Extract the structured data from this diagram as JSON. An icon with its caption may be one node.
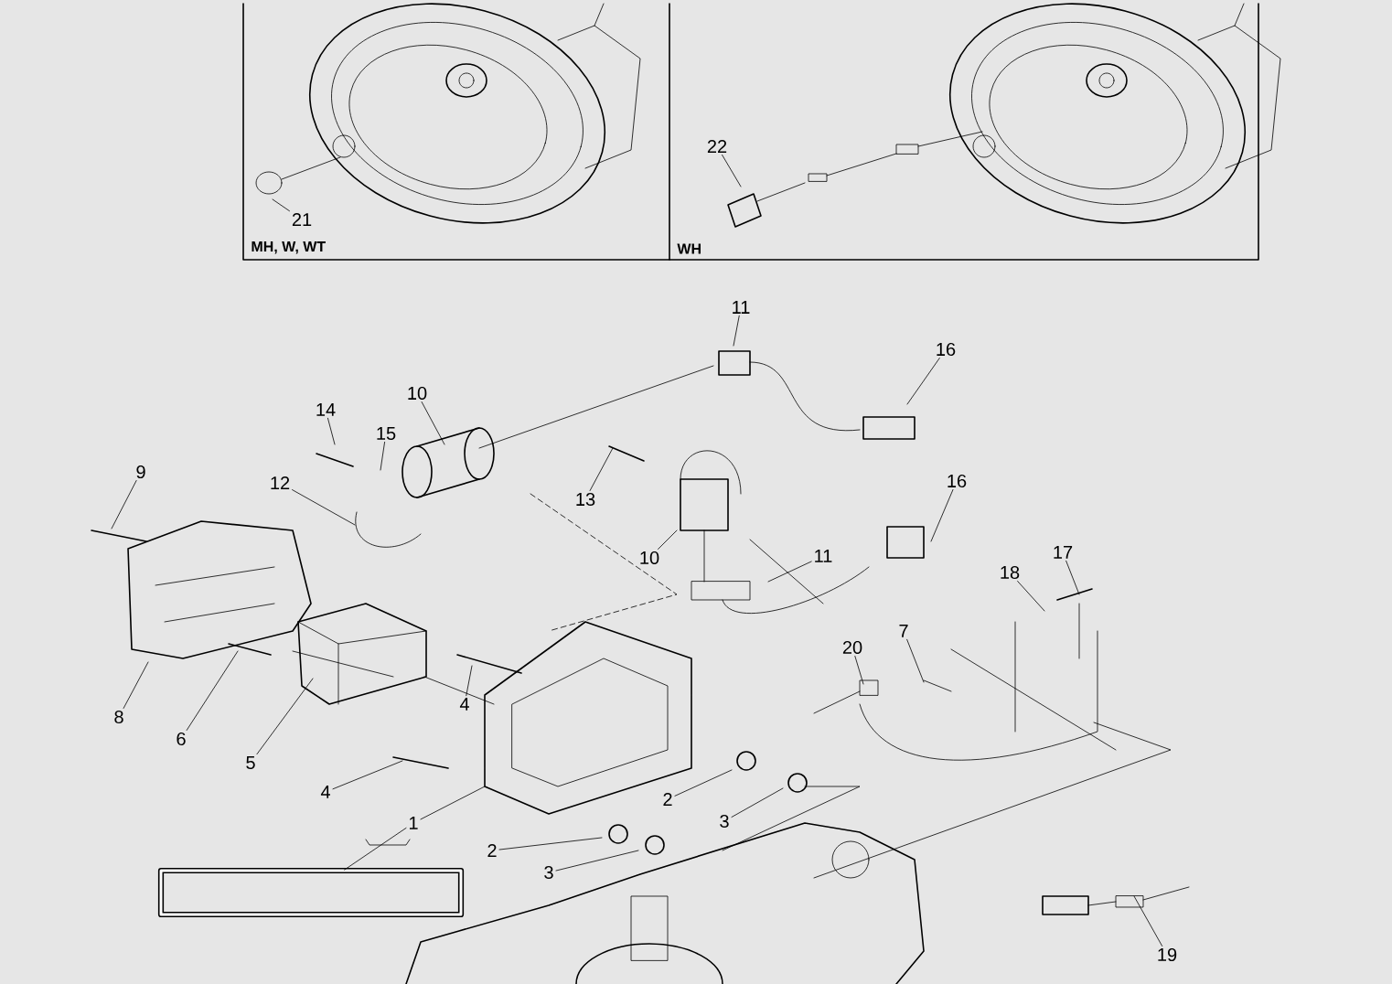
{
  "diagram": {
    "nodes": [
      {
        "text": [
          "MH, W, WT"
        ]
      },
      {
        "text": [
          "WH"
        ]
      },
      {
        "text": [
          "21"
        ],
        "in": 0
      },
      {
        "text": [
          "22"
        ],
        "in": 1
      },
      {
        "text": [
          "11"
        ]
      },
      {
        "text": [
          "16"
        ]
      },
      {
        "text": [
          "10"
        ]
      },
      {
        "text": [
          "14"
        ]
      },
      {
        "text": [
          "15"
        ]
      },
      {
        "text": [
          "12"
        ]
      },
      {
        "text": [
          "9"
        ]
      },
      {
        "text": [
          "13"
        ]
      },
      {
        "text": [
          "10"
        ]
      },
      {
        "text": [
          "16"
        ]
      },
      {
        "text": [
          "11"
        ]
      },
      {
        "text": [
          "17"
        ]
      },
      {
        "text": [
          "18"
        ]
      },
      {
        "text": [
          "20"
        ]
      },
      {
        "text": [
          "7"
        ]
      },
      {
        "text": [
          "8"
        ]
      },
      {
        "text": [
          "6"
        ]
      },
      {
        "text": [
          "5"
        ]
      },
      {
        "text": [
          "4"
        ]
      },
      {
        "text": [
          "4"
        ]
      },
      {
        "text": [
          "1"
        ]
      },
      {
        "text": [
          "2"
        ]
      },
      {
        "text": [
          "3"
        ]
      },
      {
        "text": [
          "2"
        ]
      },
      {
        "text": [
          "3"
        ]
      },
      {
        "text": [
          "19"
        ]
      },
      {
        "text": [],
        "shape": "box"
      }
    ],
    "edges": [
      {
        "from": 2,
        "to": null,
        "arrow": "none"
      },
      {
        "from": 3,
        "to": null,
        "arrow": "none"
      },
      {
        "from": 4,
        "to": null,
        "arrow": "none"
      },
      {
        "from": 5,
        "to": null,
        "arrow": "none"
      },
      {
        "from": 6,
        "to": null,
        "arrow": "none"
      },
      {
        "from": 7,
        "to": null,
        "arrow": "none"
      },
      {
        "from": 8,
        "to": null,
        "arrow": "none"
      },
      {
        "from": 9,
        "to": null,
        "arrow": "none"
      },
      {
        "from": 10,
        "to": null,
        "arrow": "none"
      },
      {
        "from": 11,
        "to": null,
        "arrow": "none"
      },
      {
        "from": 12,
        "to": null,
        "arrow": "none"
      },
      {
        "from": 13,
        "to": null,
        "arrow": "none"
      },
      {
        "from": 14,
        "to": null,
        "arrow": "none"
      },
      {
        "from": 15,
        "to": null,
        "arrow": "none"
      },
      {
        "from": 16,
        "to": null,
        "arrow": "none"
      },
      {
        "from": 17,
        "to": null,
        "arrow": "none"
      },
      {
        "from": 18,
        "to": null,
        "arrow": "none"
      },
      {
        "from": 19,
        "to": null,
        "arrow": "none"
      },
      {
        "from": 20,
        "to": null,
        "arrow": "none"
      },
      {
        "from": 21,
        "to": null,
        "arrow": "none"
      },
      {
        "from": 22,
        "to": null,
        "arrow": "none"
      },
      {
        "from": 23,
        "to": null,
        "arrow": "none"
      },
      {
        "from": 24,
        "to": null,
        "arrow": "none"
      },
      {
        "from": 25,
        "to": null,
        "arrow": "none"
      },
      {
        "from": 26,
        "to": null,
        "arrow": "none"
      },
      {
        "from": 27,
        "to": null,
        "arrow": "none"
      },
      {
        "from": 28,
        "to": null,
        "arrow": "none"
      },
      {
        "from": 29,
        "to": null,
        "arrow": "none"
      },
      {
        "from": 24,
        "to": 30,
        "arrow": "none"
      }
    ]
  }
}
